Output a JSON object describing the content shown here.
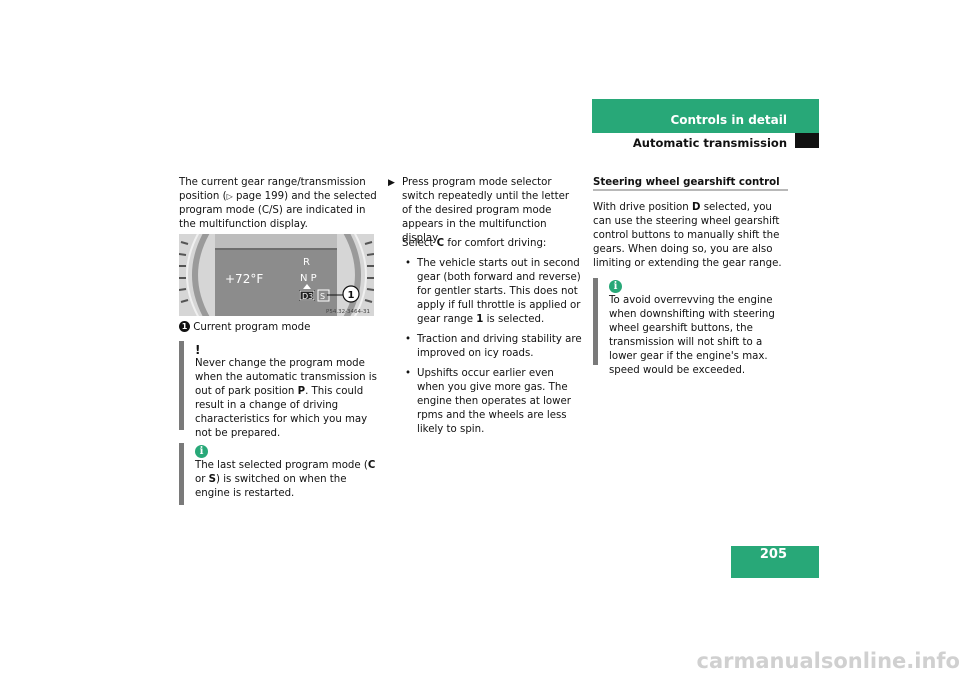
{
  "header": {
    "section": "Controls in detail",
    "topic": "Automatic transmission"
  },
  "page_number": "205",
  "col1": {
    "intro_1": "The current gear range/transmission position (",
    "page_ref_arrow": "▷",
    "intro_2": " page 199) and the selected program mode (",
    "mode_C": "C",
    "mode_sep": "/",
    "mode_S": "S",
    "intro_3": ") are indicated in the multifunction display.",
    "image_code": "P54.32-3464-31",
    "display": {
      "temperature": "+72°F",
      "gear_R": "R",
      "gear_NP": "N P",
      "gear_D3": "D3",
      "mode_icon": "S",
      "callout": "1"
    },
    "legend_num": "1",
    "legend_text": "Current program mode",
    "warning": {
      "icon": "!",
      "text_1": "Never change the program mode when the automatic transmission is out of park position ",
      "text_bold": "P",
      "text_2": ". This could result in a change of driving characteristics for which you may not be prepared."
    },
    "info": {
      "icon": "i",
      "text_1": "The last selected program mode (",
      "C": "C",
      "or": " or ",
      "S": "S",
      "text_2": ") is switched on when the engine is restarted."
    }
  },
  "col2": {
    "step_arrow": "▶",
    "step": "Press program mode selector switch repeatedly until the letter of the desired program mode appears in the multifunction display.",
    "select_1": "Select ",
    "select_C": "C",
    "select_2": " for comfort driving:",
    "bullets": [
      {
        "pre": "The vehicle starts out in second gear (both forward and reverse) for gentler starts. This does not apply if full throttle is applied or gear range ",
        "bold": "1",
        "post": " is selected."
      },
      {
        "pre": "Traction and driving stability are improved on icy roads.",
        "bold": "",
        "post": ""
      },
      {
        "pre": "Upshifts occur earlier even when you give more gas. The engine then operates at lower rpms and the wheels are less likely to spin.",
        "bold": "",
        "post": ""
      }
    ]
  },
  "col3": {
    "heading": "Steering wheel gearshift control",
    "para_1": "With drive position ",
    "para_D": "D",
    "para_2": " selected, you can use the steering wheel gearshift control buttons to manually shift the gears. When doing so, you are also limiting or extending the gear range.",
    "info": {
      "icon": "i",
      "text": "To avoid overrevving the engine when downshifting with steering wheel gearshift buttons, the transmission will not shift to a lower gear if the engine's max. speed would be exceeded."
    }
  },
  "footer": "carmanualsonline.info"
}
